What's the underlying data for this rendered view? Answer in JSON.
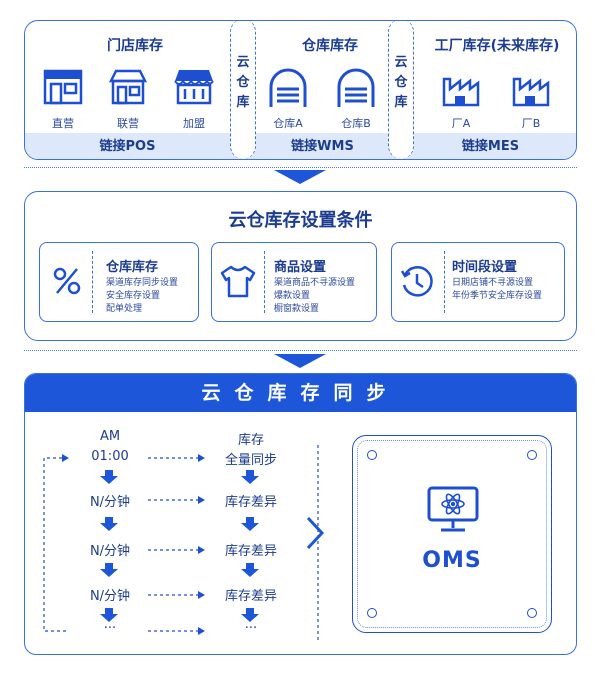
{
  "top": {
    "store_title": "门店库存",
    "store_items": [
      "直营",
      "联营",
      "加盟"
    ],
    "store_link": "链接POS",
    "cloud_label_chars": [
      "云",
      "仓",
      "库"
    ],
    "warehouse_title": "仓库库存",
    "warehouse_items": [
      "仓库A",
      "仓库B"
    ],
    "warehouse_link": "链接WMS",
    "factory_title": "工厂库存(未来库存)",
    "factory_items": [
      "厂A",
      "厂B"
    ],
    "factory_link": "链接MES"
  },
  "conditions": {
    "title": "云仓库存设置条件",
    "cards": [
      {
        "title": "仓库库存",
        "lines": [
          "渠道库存同步设置",
          "安全库存设置",
          "配单处理"
        ]
      },
      {
        "title": "商品设置",
        "lines": [
          "渠道商品不寻源设置",
          "爆款设置",
          "橱窗款设置"
        ]
      },
      {
        "title": "时间段设置",
        "lines": [
          "日期店铺不寻源设置",
          "年份季节安全库存设置"
        ]
      }
    ]
  },
  "sync": {
    "title": "云仓库存同步",
    "left_steps": [
      "AM",
      "01:00",
      "N/分钟",
      "N/分钟",
      "N/分钟",
      "···"
    ],
    "right_steps": [
      "库存",
      "全量同步",
      "库存差异",
      "库存差异",
      "库存差异",
      "···"
    ],
    "oms_label": "OMS"
  },
  "colors": {
    "primary": "#1d56d8",
    "border": "#3a6fe0",
    "light_bar": "#dde8fb",
    "text": "#1c3c8f"
  }
}
